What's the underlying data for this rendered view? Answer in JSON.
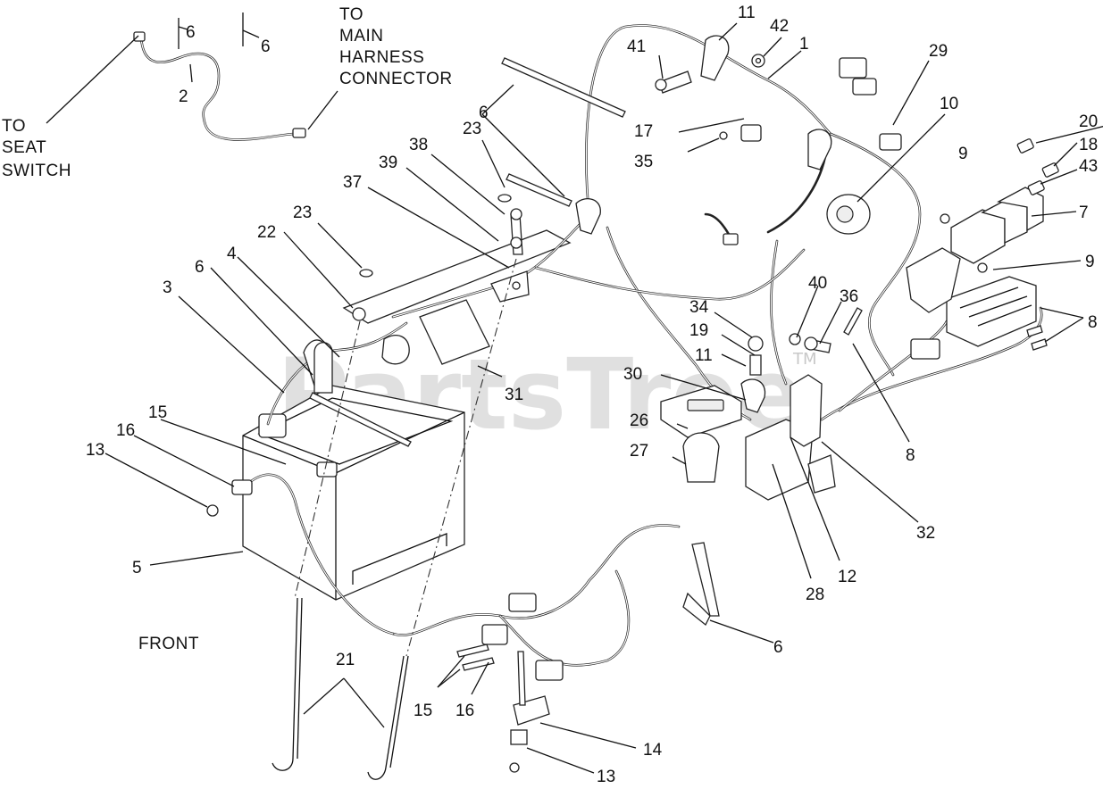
{
  "watermark": {
    "text": "PartsTree",
    "trademark": "TM"
  },
  "notes": {
    "seat_switch": [
      "TO",
      "SEAT",
      "SWITCH"
    ],
    "main_harness": [
      "TO",
      "MAIN",
      "HARNESS",
      "CONNECTOR"
    ],
    "front": "FRONT"
  },
  "callouts": {
    "c1": "1",
    "c2": "2",
    "c3": "3",
    "c4": "4",
    "c5": "5",
    "c6a": "6",
    "c6b": "6",
    "c6c": "6",
    "c6d": "6",
    "c6e": "6",
    "c7": "7",
    "c8a": "8",
    "c8b": "8",
    "c9a": "9",
    "c9b": "9",
    "c10": "10",
    "c11a": "11",
    "c11b": "11",
    "c12": "12",
    "c13a": "13",
    "c13b": "13",
    "c14": "14",
    "c15a": "15",
    "c15b": "15",
    "c16a": "16",
    "c16b": "16",
    "c17": "17",
    "c18": "18",
    "c19": "19",
    "c20": "20",
    "c21": "21",
    "c22": "22",
    "c23a": "23",
    "c23b": "23",
    "c26": "26",
    "c27": "27",
    "c28": "28",
    "c29": "29",
    "c30": "30",
    "c31": "31",
    "c32": "32",
    "c34": "34",
    "c35": "35",
    "c36": "36",
    "c37": "37",
    "c38": "38",
    "c39": "39",
    "c40": "40",
    "c41": "41",
    "c42": "42",
    "c43": "43"
  }
}
